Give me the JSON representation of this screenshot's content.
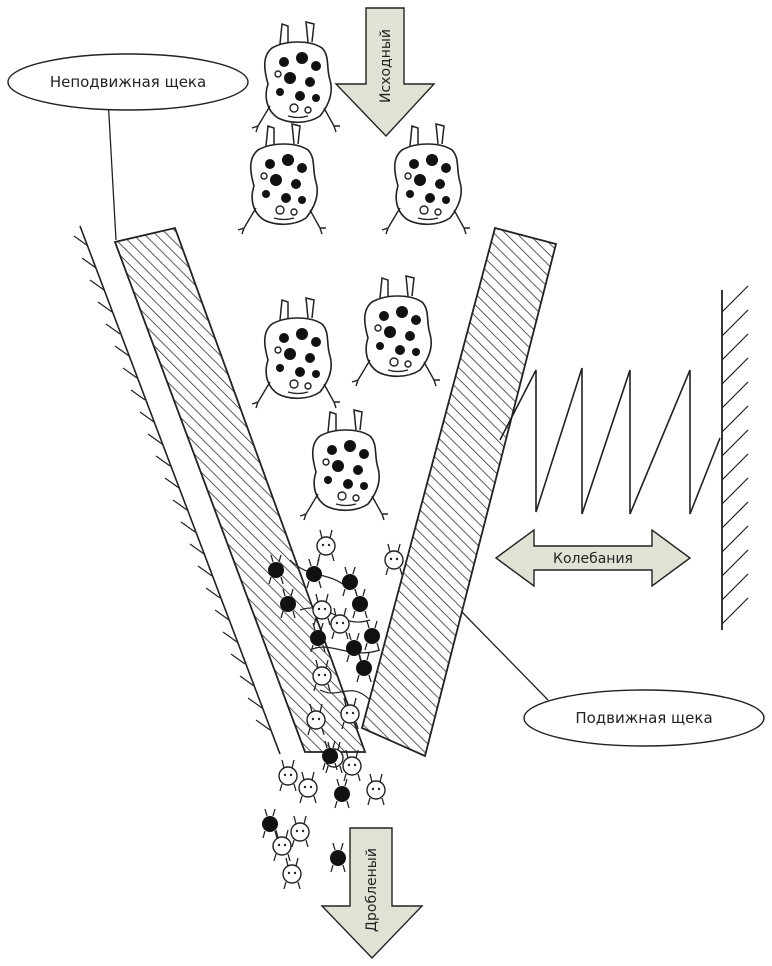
{
  "labels": {
    "fixed_jaw": "Неподвижная щека",
    "moving_jaw": "Подвижная щека",
    "feed": "Исходный",
    "crushed": "Дробленый",
    "oscillation": "Колебания"
  },
  "colors": {
    "arrow_fill": "#dfe3d6",
    "stroke": "#222222",
    "hatch": "#333333",
    "lump_dark": "#111111"
  }
}
